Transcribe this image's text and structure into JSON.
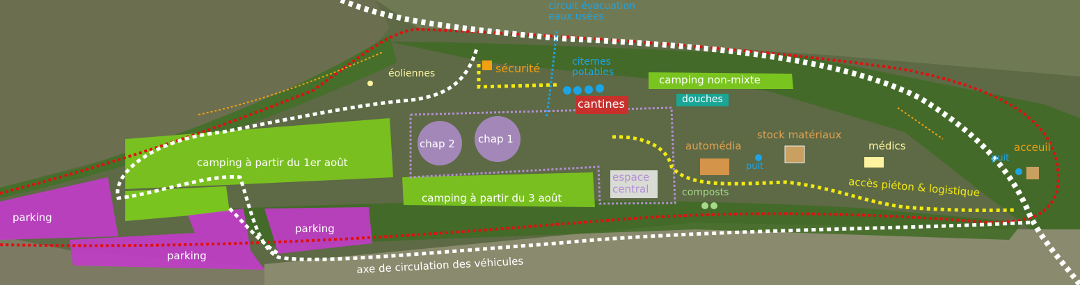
{
  "colors": {
    "camping": "#7ac41f",
    "parking": "#c23cc9",
    "security": "#f0a010",
    "water": "#1ca4e8",
    "cantines": "#c8302c",
    "douches": "#1aa595",
    "central": "#b58fd6",
    "pedestrian": "#f2e90f",
    "boundary": "#e01010",
    "road": "#ffffff",
    "compost": "#a7d98a",
    "medics": "#fff3a0"
  },
  "labels": {
    "evacuation": "circuit évacuation\neaux usées",
    "eoliennes": "éoliennes",
    "securite": "sécurité",
    "citernes": "citernes\npotables",
    "camping_non_mixte": "camping non-mixte",
    "cantines": "cantines",
    "douches": "douches",
    "chap2": "chap 2",
    "chap1": "chap 1",
    "camping_1er": "camping à partir du 1er août",
    "camping_3": "camping à partir du 3 août",
    "espace_central": "espace\ncentral",
    "composts": "composts",
    "automedia": "automédia",
    "stock": "stock matériaux",
    "medics": "médics",
    "acceuil": "acceuil",
    "puit_1": "puit",
    "puit_2": "puit",
    "acces": "accès piéton & logistique",
    "parking_1": "parking",
    "parking_2": "parking",
    "parking_3": "parking",
    "axe": "axe de circulation des véhicules"
  }
}
